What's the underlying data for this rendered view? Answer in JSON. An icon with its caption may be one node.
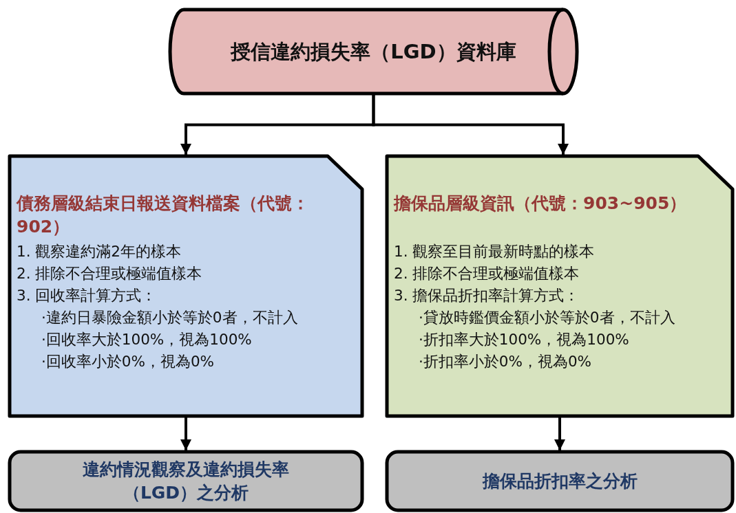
{
  "diagram": {
    "nodes": [
      {
        "text": [
          "授信違約損失率（LGD）資料庫"
        ]
      },
      {
        "text": [
          "債務層級結束日報送資料檔案（代號：902）",
          "1. 觀察違約滿2年的樣本",
          "2. 排除不合理或極端值樣本",
          "3. 回收率計算方式：",
          "·違約日暴險金額小於等於0者，不計入",
          "·回收率大於100%，視為100%",
          "·回收率小於0%，視為0%"
        ]
      },
      {
        "text": [
          "擔保品層級資訊（代號：903~905）",
          "1. 觀察至目前最新時點的樣本",
          "2. 排除不合理或極端值樣本",
          "3. 擔保品折扣率計算方式：",
          "·貸放時鑑價金額小於等於0者，不計入",
          "·折扣率大於100%，視為100%",
          "·折扣率小於0%，視為0%"
        ]
      },
      {
        "text": [
          "違約情況觀察及違約損失率（LGD）之分析"
        ]
      },
      {
        "text": [
          "擔保品折扣率之分析"
        ]
      }
    ],
    "edges": [
      {
        "from": 0,
        "to": 1,
        "arrow": "to"
      },
      {
        "from": 0,
        "to": 2,
        "arrow": "to"
      },
      {
        "from": 1,
        "to": 3,
        "arrow": "to"
      },
      {
        "from": 2,
        "to": 4,
        "arrow": "to"
      }
    ]
  }
}
